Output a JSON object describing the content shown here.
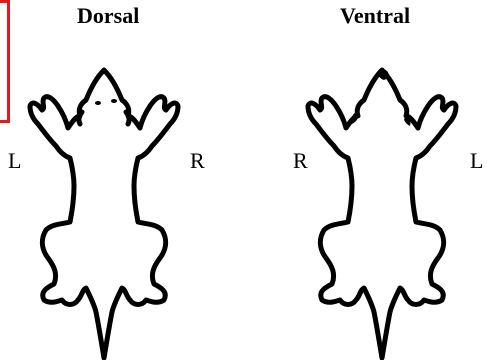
{
  "titles": {
    "dorsal": "Dorsal",
    "ventral": "Ventral"
  },
  "side_labels": {
    "dorsal_left": "L",
    "dorsal_right": "R",
    "ventral_left": "R",
    "ventral_right": "L"
  },
  "colors": {
    "marker": "#e31a1c",
    "outline": "#000000"
  }
}
